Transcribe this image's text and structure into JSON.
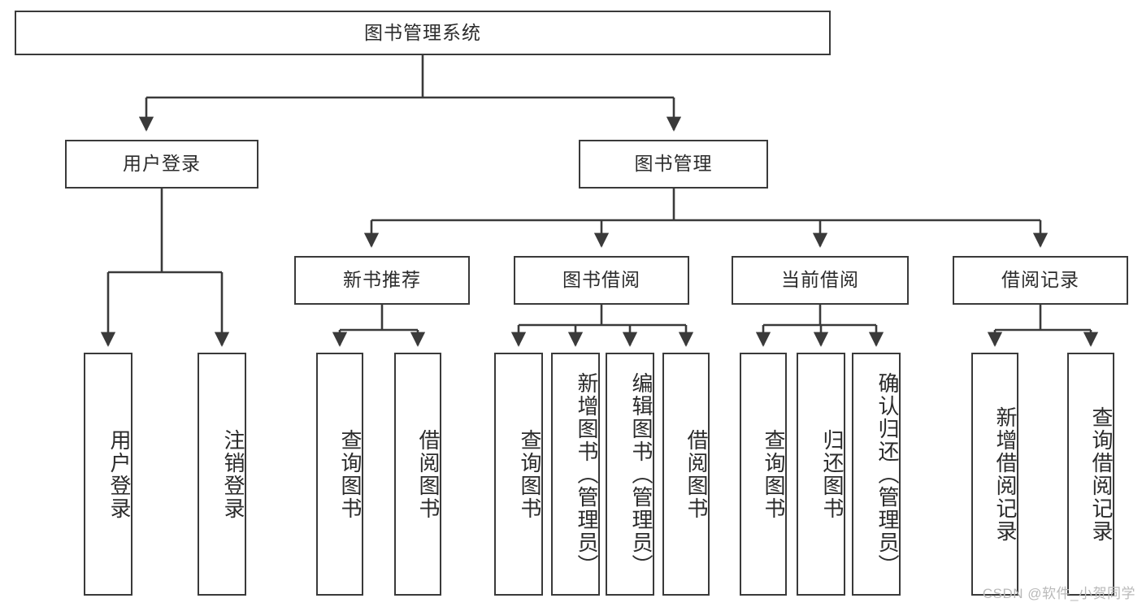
{
  "diagram": {
    "title": "图书管理系统",
    "type": "tree-hierarchy-diagram",
    "stroke_color": "#3a3a3a",
    "fill_color": "#ffffff",
    "text_color": "#2b2b2b"
  },
  "nodes": {
    "root": {
      "label": "图书管理系统"
    },
    "level2": [
      {
        "id": "user-login",
        "label": "用户登录"
      },
      {
        "id": "book-management",
        "label": "图书管理"
      }
    ],
    "level3": [
      {
        "id": "new-book-recommend",
        "label": "新书推荐"
      },
      {
        "id": "book-borrow",
        "label": "图书借阅"
      },
      {
        "id": "current-borrow",
        "label": "当前借阅"
      },
      {
        "id": "borrow-record",
        "label": "借阅记录"
      }
    ],
    "leaves": {
      "user-login": [
        {
          "id": "leaf-user-login",
          "label": "用户登录"
        },
        {
          "id": "leaf-user-logout",
          "label": "注销登录"
        }
      ],
      "new-book-recommend": [
        {
          "id": "leaf-query-book-1",
          "label": "查询图书"
        },
        {
          "id": "leaf-borrow-book-1",
          "label": "借阅图书"
        }
      ],
      "book-borrow": [
        {
          "id": "leaf-query-book-2",
          "label": "查询图书"
        },
        {
          "id": "leaf-add-book",
          "label": "新增图书（管理员）"
        },
        {
          "id": "leaf-edit-book",
          "label": "编辑图书（管理员）"
        },
        {
          "id": "leaf-borrow-book-2",
          "label": "借阅图书"
        }
      ],
      "current-borrow": [
        {
          "id": "leaf-query-book-3",
          "label": "查询图书"
        },
        {
          "id": "leaf-return-book",
          "label": "归还图书"
        },
        {
          "id": "leaf-confirm-return",
          "label": "确认归还（管理员）"
        }
      ],
      "borrow-record": [
        {
          "id": "leaf-add-record",
          "label": "新增借阅记录"
        },
        {
          "id": "leaf-query-record",
          "label": "查询借阅记录"
        }
      ]
    }
  },
  "watermark": {
    "text": "CSDN @软件_小贺同学"
  }
}
